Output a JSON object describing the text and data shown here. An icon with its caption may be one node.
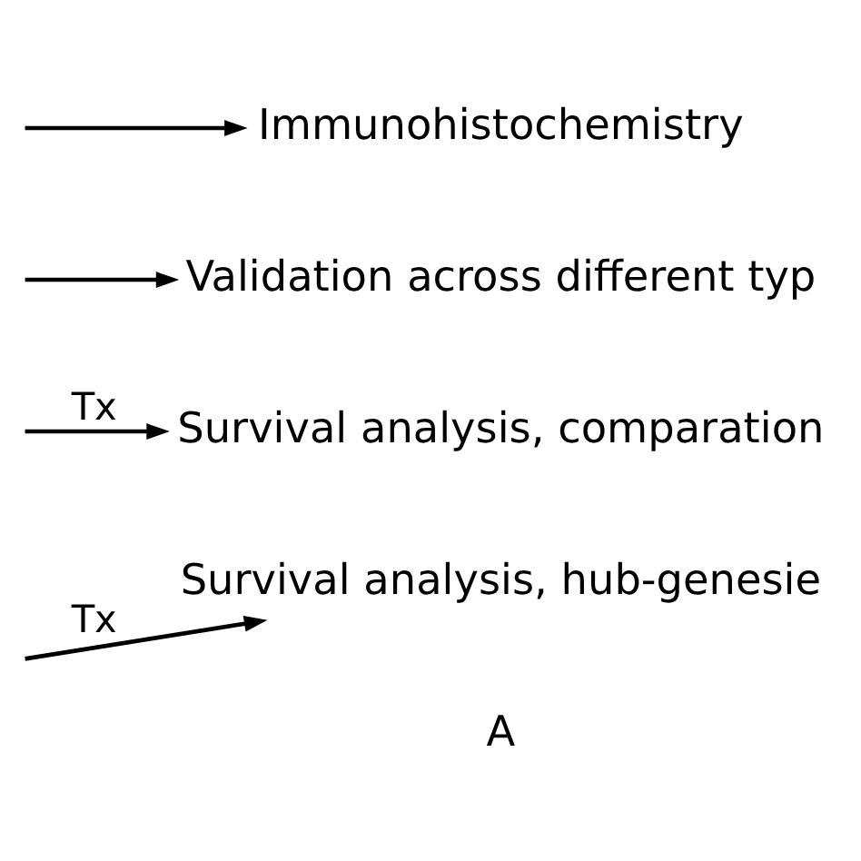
{
  "diagram": {
    "nodes": [
      {
        "text": [
          "Survival analysis, hub-genesie"
        ]
      },
      {
        "text": [
          "Survival analysis, comparation"
        ]
      },
      {
        "text": [
          "Validation across different typ"
        ]
      },
      {
        "text": [
          "Immunohistochemistry"
        ]
      }
    ],
    "edges": [
      {
        "from": null,
        "to": 0,
        "arrow": "to",
        "label": "Tx"
      },
      {
        "from": null,
        "to": 1,
        "arrow": "to",
        "label": "Tx"
      },
      {
        "from": null,
        "to": 2,
        "arrow": "to"
      },
      {
        "from": null,
        "to": 3,
        "arrow": "to"
      }
    ],
    "labels": [
      "A"
    ]
  }
}
